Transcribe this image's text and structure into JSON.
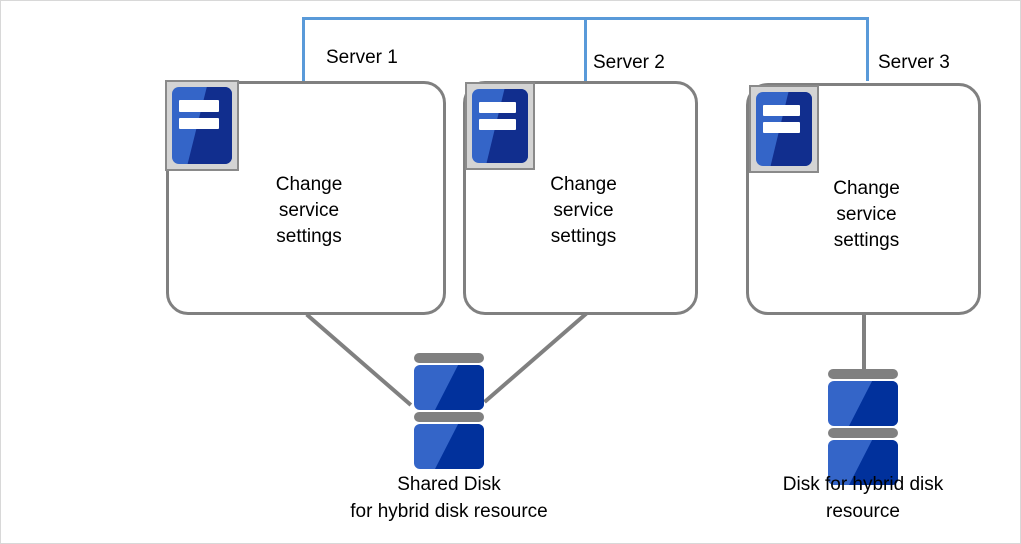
{
  "diagram": {
    "title": "Change service settings across cluster servers",
    "colors": {
      "bracket_blue": "#599ad9",
      "box_border_gray": "#808080",
      "connector_gray": "#808080",
      "icon_blue_light": "#3465c8",
      "icon_blue_dark": "#112e8e",
      "disk_blue_light": "#3465c8",
      "disk_blue_dark": "#01319c",
      "icon_frame_gray": "#d4d4d4",
      "frame_border": "#d8d8d8",
      "text": "#000000"
    },
    "servers": [
      {
        "id": "server-1",
        "label": "Server 1",
        "body_lines": [
          "Change",
          "service",
          "settings"
        ],
        "icon": "server-icon"
      },
      {
        "id": "server-2",
        "label": "Server 2",
        "body_lines": [
          "Change",
          "service",
          "settings"
        ],
        "icon": "server-icon"
      },
      {
        "id": "server-3",
        "label": "Server 3",
        "body_lines": [
          "Change",
          "service",
          "settings"
        ],
        "icon": "server-icon"
      }
    ],
    "disks": [
      {
        "id": "shared-disk",
        "icon": "disk-stack-icon",
        "caption_lines": [
          "Shared Disk",
          "for hybrid disk resource"
        ],
        "connected_to": [
          "server-1",
          "server-2"
        ]
      },
      {
        "id": "hybrid-disk",
        "icon": "disk-stack-icon",
        "caption_lines": [
          "Disk for hybrid disk",
          "resource"
        ],
        "connected_to": [
          "server-3"
        ]
      }
    ],
    "bracket": {
      "name": "server-group-bracket",
      "spans": [
        "Server 1",
        "Server 2",
        "Server 3"
      ]
    }
  }
}
